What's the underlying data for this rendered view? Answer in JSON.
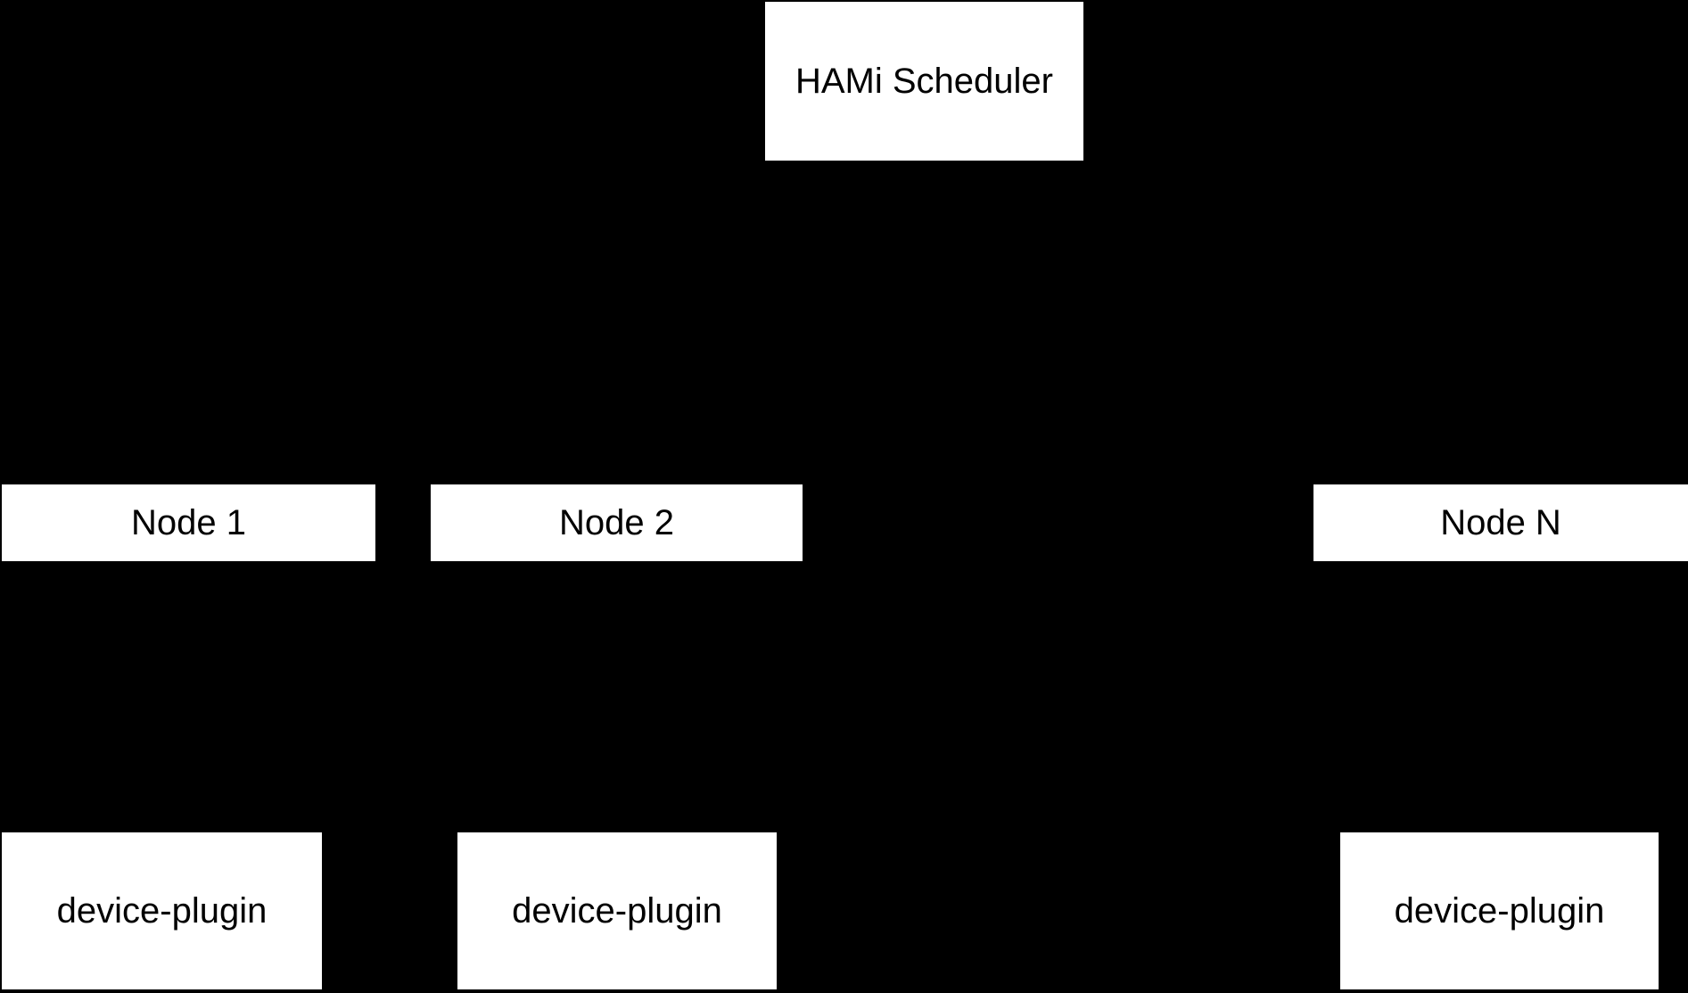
{
  "diagram": {
    "colors": {
      "background": "#000000",
      "box_background": "#ffffff",
      "box_text": "#000000"
    },
    "scheduler": {
      "label": "HAMi Scheduler"
    },
    "nodes": [
      {
        "id": "node-1",
        "label": "Node 1"
      },
      {
        "id": "node-2",
        "label": "Node 2"
      },
      {
        "id": "node-n",
        "label": "Node N"
      }
    ],
    "device_plugins": [
      {
        "node": "node-1",
        "label": "device-plugin"
      },
      {
        "node": "node-2",
        "label": "device-plugin"
      },
      {
        "node": "node-n",
        "label": "device-plugin"
      }
    ]
  }
}
